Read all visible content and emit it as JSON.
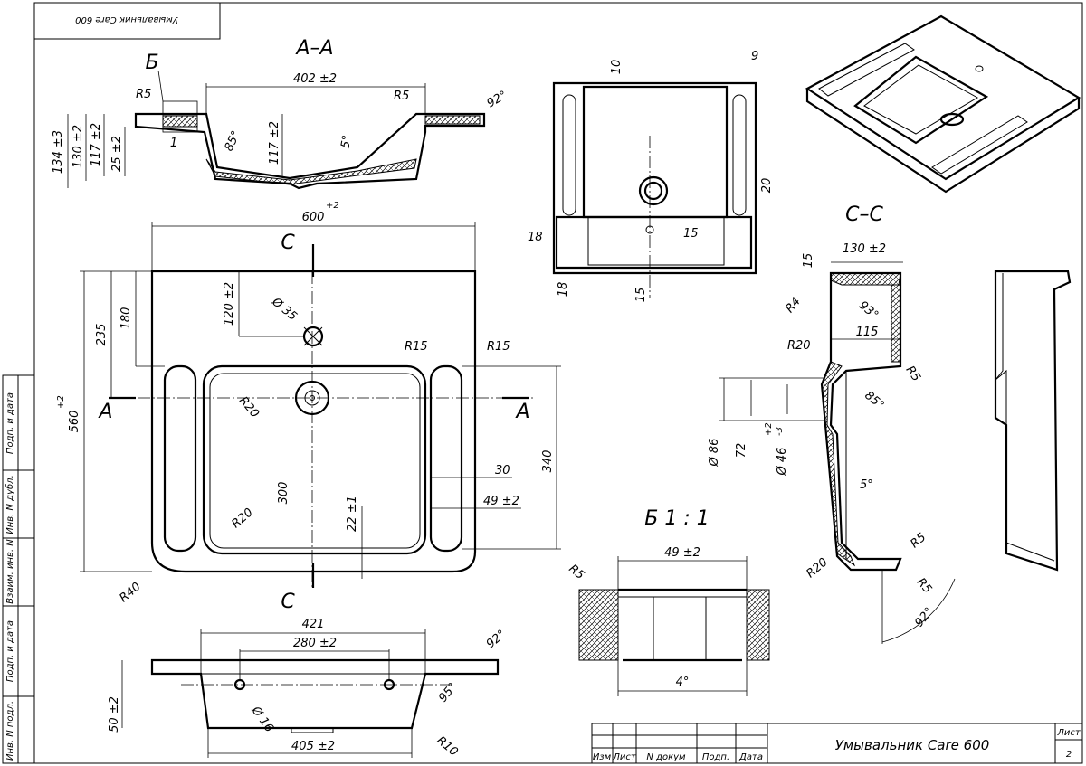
{
  "corner_stamp": "Умывальник Care 600",
  "section_labels": {
    "aa": "А–А",
    "cc": "С–С",
    "detail_b": "Б 1 : 1",
    "cut_a_left": "А",
    "cut_a_right": "А",
    "cut_c_top": "С",
    "cut_c_bottom": "С",
    "callout_b": "Б"
  },
  "dimensions": {
    "aa": {
      "width_402": "402 ±2",
      "r5_left": "R5",
      "r5_right": "R5",
      "angle_92": "92°",
      "angle_85": "85°",
      "angle_5": "5°",
      "h134": "134 ±3",
      "h130": "130 ±2",
      "h117": "117 ±2",
      "h25": "25 ±2",
      "h117_center": "117 ±2",
      "gap1": "1"
    },
    "plan": {
      "width_600": "600",
      "plus2_top": "+2",
      "height_560": "560",
      "plus2_side": "+2",
      "d235": "235",
      "d180": "180",
      "d120": "120 ±2",
      "dia35": "Ø 35",
      "r15_left": "R15",
      "r15_right": "R15",
      "r20_top": "R20",
      "r20_bottom": "R20",
      "r40": "R40",
      "d300": "300",
      "d22": "22 ±1",
      "d30": "30",
      "d49": "49 ±2",
      "d340": "340"
    },
    "bottom_view": {
      "w421": "421",
      "w280": "280 ±2",
      "angle_92": "92°",
      "angle_95": "95°",
      "h50": "50 ±2",
      "dia16": "Ø 16",
      "r10": "R10",
      "w405": "405 ±2"
    },
    "top_small": {
      "d10": "10",
      "d9": "9",
      "d20": "20",
      "d18a": "18",
      "d15a": "15",
      "d18b": "18",
      "d15b": "15"
    },
    "detail_b": {
      "w49": "49 ±2",
      "r5": "R5",
      "angle_4": "4°"
    },
    "cc": {
      "d15": "15",
      "w130": "130 ±2",
      "r4": "R4",
      "angle_93": "93°",
      "d115": "115",
      "r20_top": "R20",
      "r5_a": "R5",
      "angle_85": "85°",
      "dia86": "Ø 86",
      "d72": "72",
      "dia46": "Ø 46 ",
      "tol_plus": "+2",
      "tol_minus": "-3",
      "angle_5": "5°",
      "r5_b": "R5",
      "r20_bottom": "R20",
      "r5_c": "R5",
      "angle_92": "92°"
    }
  },
  "side_stamp": [
    "Подп. и дата",
    "Инв. N дубл.",
    "Взаим. инв. N",
    "Подп. и дата",
    "Инв. N подл."
  ],
  "title_block": {
    "columns": [
      "Изм",
      "Лист",
      "N докум",
      "Подп.",
      "Дата"
    ],
    "title": "Умывальник Care 600",
    "sheet_label": "Лист",
    "sheet_number": "2"
  }
}
